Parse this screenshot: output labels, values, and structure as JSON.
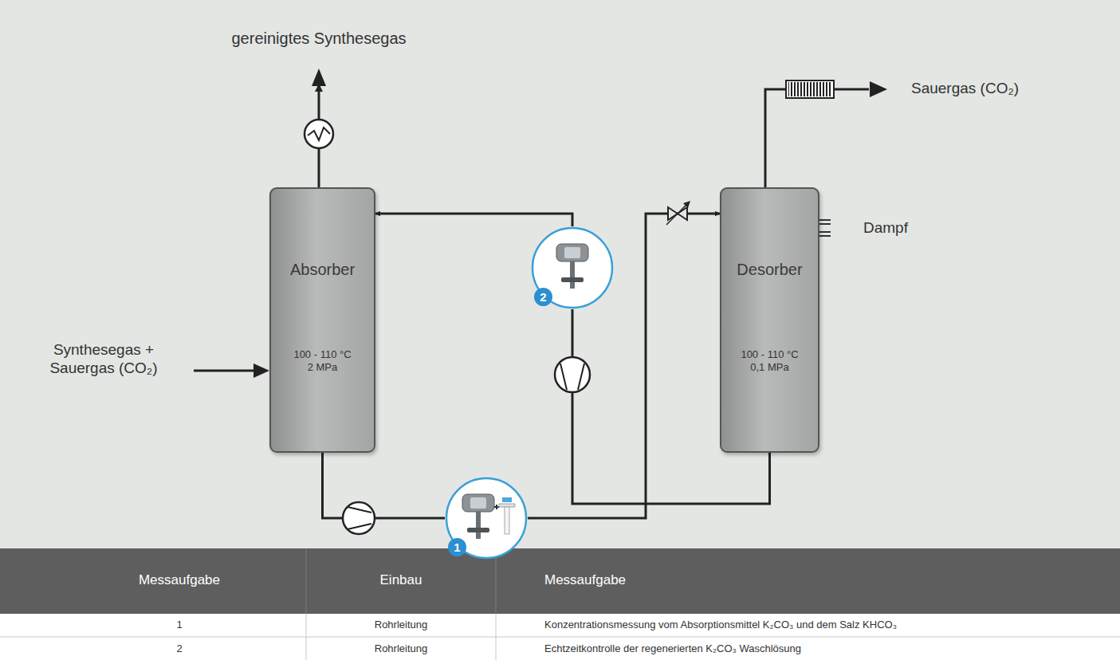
{
  "diagram": {
    "nodes": [
      {
        "text": [
          "Absorber",
          "100 - 110 °C 2 MPa"
        ]
      },
      {
        "text": [
          "Desorber",
          "100 - 110 °C 0,1 MPa"
        ]
      },
      {
        "text": [
          "1"
        ]
      },
      {
        "text": [
          "2"
        ]
      }
    ],
    "edges": [
      {
        "from": 0,
        "to": 2,
        "arrow": "none"
      },
      {
        "from": 2,
        "to": 1,
        "arrow": "to"
      },
      {
        "from": 1,
        "to": 3,
        "arrow": "none"
      },
      {
        "from": 3,
        "to": 0,
        "arrow": "to"
      }
    ],
    "labels": [
      "gereinigtes Synthesegas",
      "Synthesegas + Sauergas (CO₂)",
      "Sauergas (CO₂)",
      "Dampf",
      "Messaufgabe",
      "Einbau",
      "Messaufgabe",
      "1",
      "Rohrleitung",
      "Konzentrationsmessung vom Absorptionsmittel K₂CO₃ und dem Salz KHCO₃",
      "2",
      "Rohrleitung",
      "Echtzeitkontrolle der regenerierten K₂CO₃ Waschlösung"
    ]
  }
}
